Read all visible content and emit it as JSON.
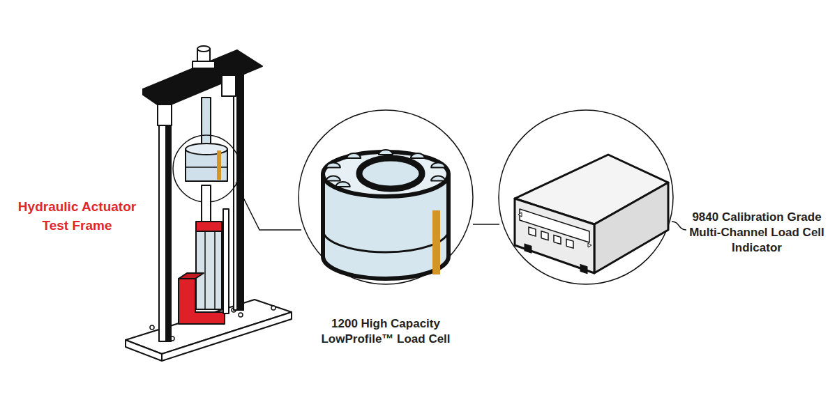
{
  "diagram": {
    "nodes": [
      {
        "text": [
          "1200 High Capacity LowProfile™ Load Cell"
        ]
      },
      {
        "text": [
          "9840 Calibration Grade Multi-Channel Load Cell Indicator"
        ]
      }
    ],
    "edges": [
      {
        "from": 0,
        "to": 1,
        "arrow": "none"
      }
    ],
    "labels": [
      "Hydraulic Actuator Test Frame"
    ]
  }
}
